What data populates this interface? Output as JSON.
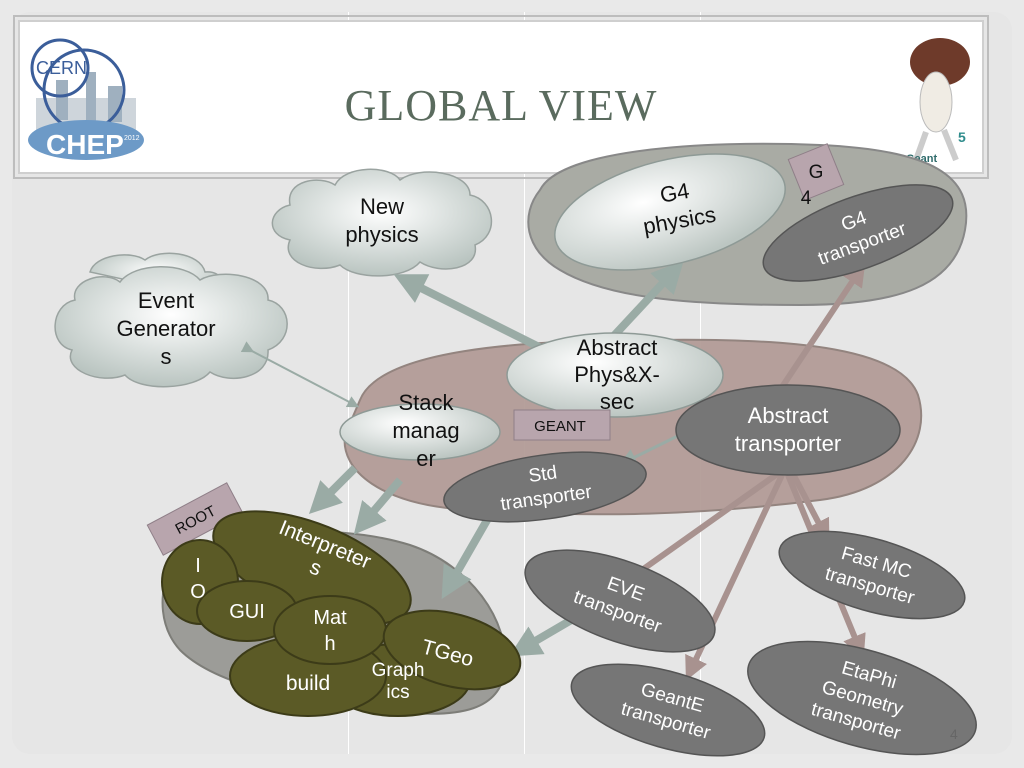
{
  "slide": {
    "title": "GLOBAL VIEW",
    "page_number": "4",
    "logos": {
      "cern_text": "CERN",
      "chep_text": "CHEP",
      "chep_year": "2012",
      "geant_text": "Geant",
      "geant_version": "5"
    }
  },
  "nodes": {
    "new_physics": [
      "New",
      "physics"
    ],
    "event_generators": [
      "Event",
      "Generator",
      "s"
    ],
    "g4_physics": [
      "G4",
      "physics"
    ],
    "g4_tag": [
      "G",
      "4"
    ],
    "g4_transporter": [
      "G4",
      "transporter"
    ],
    "abstract_phys": [
      "Abstract",
      "Phys&X-",
      "sec"
    ],
    "stack_manager": [
      "Stack",
      "manag",
      "er"
    ],
    "geant_tag": "GEANT",
    "abstract_transporter": [
      "Abstract",
      "transporter"
    ],
    "std_transporter": [
      "Std",
      "transporter"
    ],
    "root_tag": "ROOT",
    "interpreters": [
      "Interpreter",
      "s"
    ],
    "io": [
      "I",
      "O"
    ],
    "gui": "GUI",
    "math": [
      "Mat",
      "h"
    ],
    "build": "build",
    "graphics": [
      "Graph",
      "ics"
    ],
    "tgeo": "TGeo",
    "eve_transporter": [
      "EVE",
      "transporter"
    ],
    "fastmc_transporter": [
      "Fast MC",
      "transporter"
    ],
    "geante_transporter": [
      "GeantE",
      "transporter"
    ],
    "etaphi_transporter": [
      "EtaPhi",
      "Geometry",
      "transporter"
    ]
  },
  "colors": {
    "cloud_fill": "#dfe6e3",
    "gray_blob": "#a9aba4",
    "brown_blob": "#b39c97",
    "dark_ellipse": "#767676",
    "olive_ellipse": "#5b5a26",
    "arrow": "#9aaba5",
    "tag_fill": "#b8a5ad",
    "title_color": "#5a6b5e"
  }
}
